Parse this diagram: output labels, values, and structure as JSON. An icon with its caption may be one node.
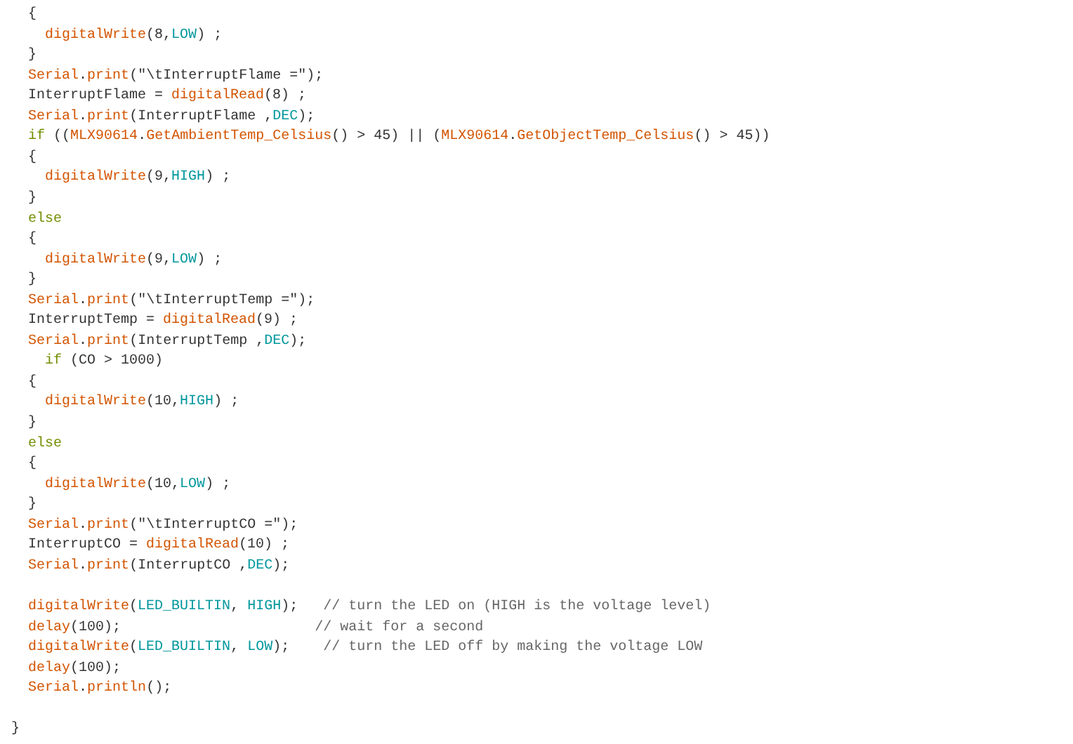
{
  "diagram": {
    "labels": [
      "  {",
      "    digitalWrite(8,LOW) ;",
      "  }",
      "  Serial.print(\"\\tInterruptFlame =\");",
      "  InterruptFlame = digitalRead(8) ;",
      "  Serial.print(InterruptFlame ,DEC);",
      "  if ((MLX90614.GetAmbientTemp_Celsius() > 45) || (MLX90614.GetObjectTemp_Celsius() > 45))",
      "  {",
      "    digitalWrite(9,HIGH) ;",
      "  }",
      "  else",
      "  {",
      "    digitalWrite(9,LOW) ;",
      "  }",
      "  Serial.print(\"\\tInterruptTemp =\");",
      "  InterruptTemp = digitalRead(9) ;",
      "  Serial.print(InterruptTemp ,DEC);",
      "    if (CO > 1000)",
      "  {",
      "    digitalWrite(10,HIGH) ;",
      "  }",
      "  else",
      "  {",
      "    digitalWrite(10,LOW) ;",
      "  }",
      "  Serial.print(\"\\tInterruptCO =\");",
      "  InterruptCO = digitalRead(10) ;",
      "  Serial.print(InterruptCO ,DEC);",
      "  digitalWrite(LED_BUILTIN, HIGH);   // turn the LED on (HIGH is the voltage level)",
      "  delay(100);                       // wait for a second",
      "  digitalWrite(LED_BUILTIN, LOW);    // turn the LED off by making the voltage LOW",
      "  delay(100);",
      "  Serial.println();",
      "}"
    ]
  }
}
